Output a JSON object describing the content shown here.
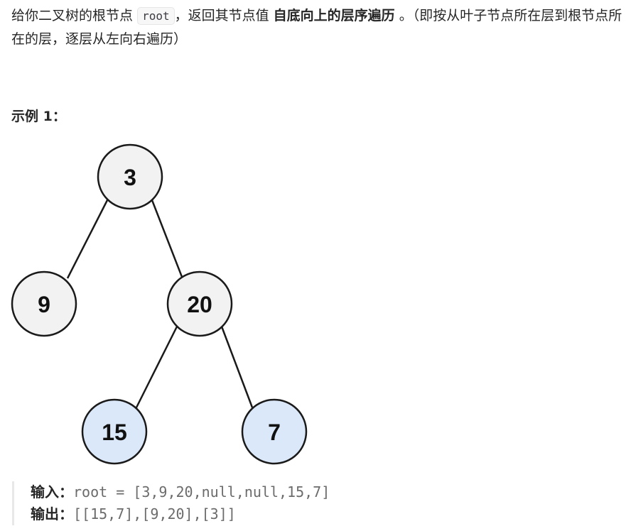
{
  "description": {
    "text_1": "给你二叉树的根节点",
    "code": "root",
    "text_2": "，返回其节点值",
    "bold": "自底向上的层序遍历",
    "text_3": "。（即按从叶子节点所在层到根节点所在的层，逐层从左向右遍历）"
  },
  "example": {
    "heading": "示例 1：",
    "tree": {
      "nodes": [
        "3",
        "9",
        "20",
        "15",
        "7"
      ],
      "fill_default": "#f2f2f2",
      "fill_leaf": "#dbe8f9",
      "stroke": "#1a1a1a"
    },
    "input_label": "输入：",
    "input_value": "root = [3,9,20,null,null,15,7]",
    "output_label": "输出：",
    "output_value": "[[15,7],[9,20],[3]]"
  }
}
